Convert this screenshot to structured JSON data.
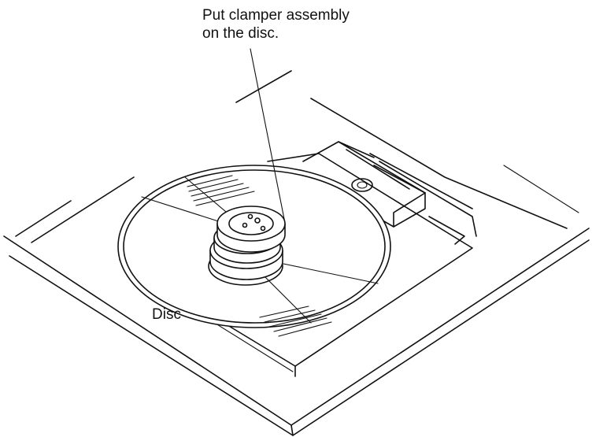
{
  "callout": {
    "line1": "Put clamper assembly",
    "line2": "on the disc."
  },
  "disc_label": "Disc",
  "colors": {
    "ink": "#111111",
    "paper": "#ffffff"
  }
}
